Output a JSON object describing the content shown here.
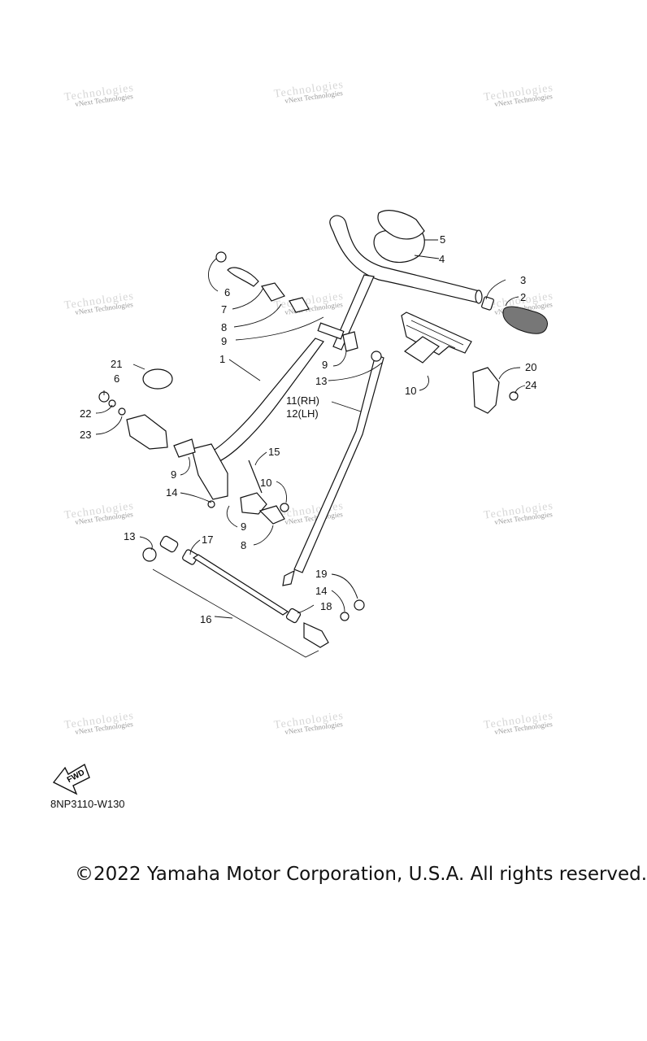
{
  "watermark": "vNext Technologies",
  "callouts": {
    "c1": "1",
    "c2": "2",
    "c3": "3",
    "c4": "4",
    "c5": "5",
    "c6a": "6",
    "c6b": "6",
    "c7": "7",
    "c8a": "8",
    "c8b": "8",
    "c9a": "9",
    "c9b": "9",
    "c9c": "9",
    "c9d": "9",
    "c10a": "10",
    "c10b": "10",
    "c11": "11(RH)",
    "c12": "12(LH)",
    "c13a": "13",
    "c13b": "13",
    "c14a": "14",
    "c14b": "14",
    "c15": "15",
    "c16": "16",
    "c17": "17",
    "c18": "18",
    "c19": "19",
    "c20": "20",
    "c21": "21",
    "c22": "22",
    "c23": "23",
    "c24": "24"
  },
  "fwd_label": "FWD",
  "diagram_code": "8NP3110-W130",
  "copyright": "©2022 Yamaha Motor Corporation, U.S.A. All rights reserved."
}
